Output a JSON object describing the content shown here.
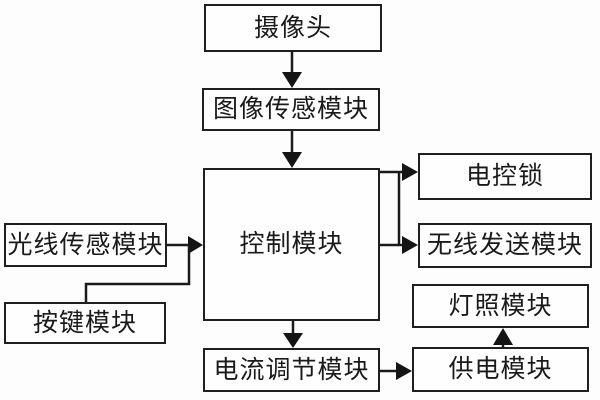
{
  "diagram_title": "",
  "nodes": {
    "camera": {
      "label": "摄像头"
    },
    "image_sensor": {
      "label": "图像传感模块"
    },
    "control": {
      "label": "控制模块"
    },
    "light_sensor": {
      "label": "光线传感模块"
    },
    "keypad": {
      "label": "按键模块"
    },
    "electric_lock": {
      "label": "电控锁"
    },
    "wireless_tx": {
      "label": "无线发送模块"
    },
    "lighting": {
      "label": "灯照模块"
    },
    "power_supply": {
      "label": "供电模块"
    },
    "current_regulator": {
      "label": "电流调节模块"
    }
  },
  "edges": [
    {
      "from": "摄像头",
      "to": "图像传感模块",
      "arrow": true
    },
    {
      "from": "图像传感模块",
      "to": "控制模块",
      "arrow": true
    },
    {
      "from": "光线传感模块",
      "to": "控制模块",
      "arrow": true
    },
    {
      "from": "按键模块",
      "to": "控制模块",
      "arrow": true,
      "note": "merges into light-sensor arrow"
    },
    {
      "from": "控制模块",
      "to": "电控锁",
      "arrow": true
    },
    {
      "from": "控制模块",
      "to": "无线发送模块",
      "arrow": true
    },
    {
      "from": "控制模块",
      "to": "电流调节模块",
      "arrow": true
    },
    {
      "from": "电流调节模块",
      "to": "供电模块",
      "arrow": true
    },
    {
      "from": "供电模块",
      "to": "灯照模块",
      "arrow": true
    }
  ],
  "colors": {
    "line": "#1a1a1a",
    "box_border": "#1f1f1f",
    "box_bg": "#fefefe",
    "background": "#fdfdfd",
    "text": "#1a1a1a"
  }
}
